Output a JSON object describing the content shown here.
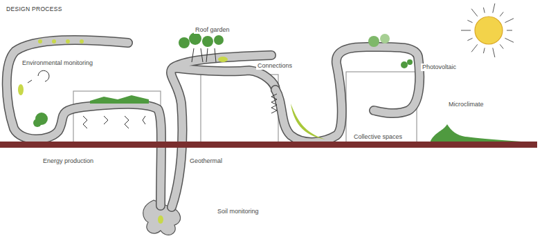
{
  "diagram": {
    "title": "DESIGN PROCESS",
    "labels": [
      "Environmental monitoring",
      "Roof garden",
      "Connections",
      "Photovoltaic",
      "Microclimate",
      "Collective spaces",
      "Energy production",
      "Geothermal",
      "Soil monitoring"
    ]
  }
}
